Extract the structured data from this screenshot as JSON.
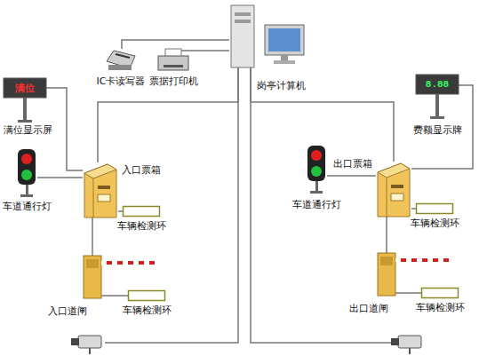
{
  "diagram": {
    "nodes": [
      {
        "text": [
          "岗亭计算机"
        ]
      },
      {
        "text": [
          "IC卡读写器"
        ]
      },
      {
        "text": [
          "票据打印机"
        ]
      },
      {
        "text": [
          "满位显示屏"
        ]
      },
      {
        "text": [
          "车道通行灯"
        ]
      },
      {
        "text": [
          "入口票箱"
        ]
      },
      {
        "text": [
          "车辆检测环"
        ]
      },
      {
        "text": [
          "入口道闸"
        ]
      },
      {
        "text": [
          "车辆检测环"
        ]
      },
      {
        "text": [
          "费额显示牌"
        ]
      },
      {
        "text": [
          "车道通行灯"
        ]
      },
      {
        "text": [
          "出口票箱"
        ]
      },
      {
        "text": [
          "车辆检测环"
        ]
      },
      {
        "text": [
          "出口道闸"
        ]
      },
      {
        "text": [
          "车辆检测环"
        ]
      }
    ],
    "edges": [
      {
        "from": 0,
        "to": 1,
        "arrow": "none"
      },
      {
        "from": 0,
        "to": 2,
        "arrow": "none"
      },
      {
        "from": 0,
        "to": 5,
        "arrow": "none"
      },
      {
        "from": 5,
        "to": 3,
        "arrow": "none"
      },
      {
        "from": 5,
        "to": 4,
        "arrow": "none"
      },
      {
        "from": 5,
        "to": 6,
        "arrow": "none"
      },
      {
        "from": 5,
        "to": 7,
        "arrow": "none"
      },
      {
        "from": 7,
        "to": 8,
        "arrow": "none"
      },
      {
        "from": 0,
        "to": 11,
        "arrow": "none"
      },
      {
        "from": 11,
        "to": 9,
        "arrow": "none"
      },
      {
        "from": 11,
        "to": 10,
        "arrow": "none"
      },
      {
        "from": 11,
        "to": 12,
        "arrow": "none"
      },
      {
        "from": 11,
        "to": 13,
        "arrow": "none"
      },
      {
        "from": 13,
        "to": 14,
        "arrow": "none"
      }
    ],
    "labels": [
      "满位",
      "8.88"
    ]
  }
}
